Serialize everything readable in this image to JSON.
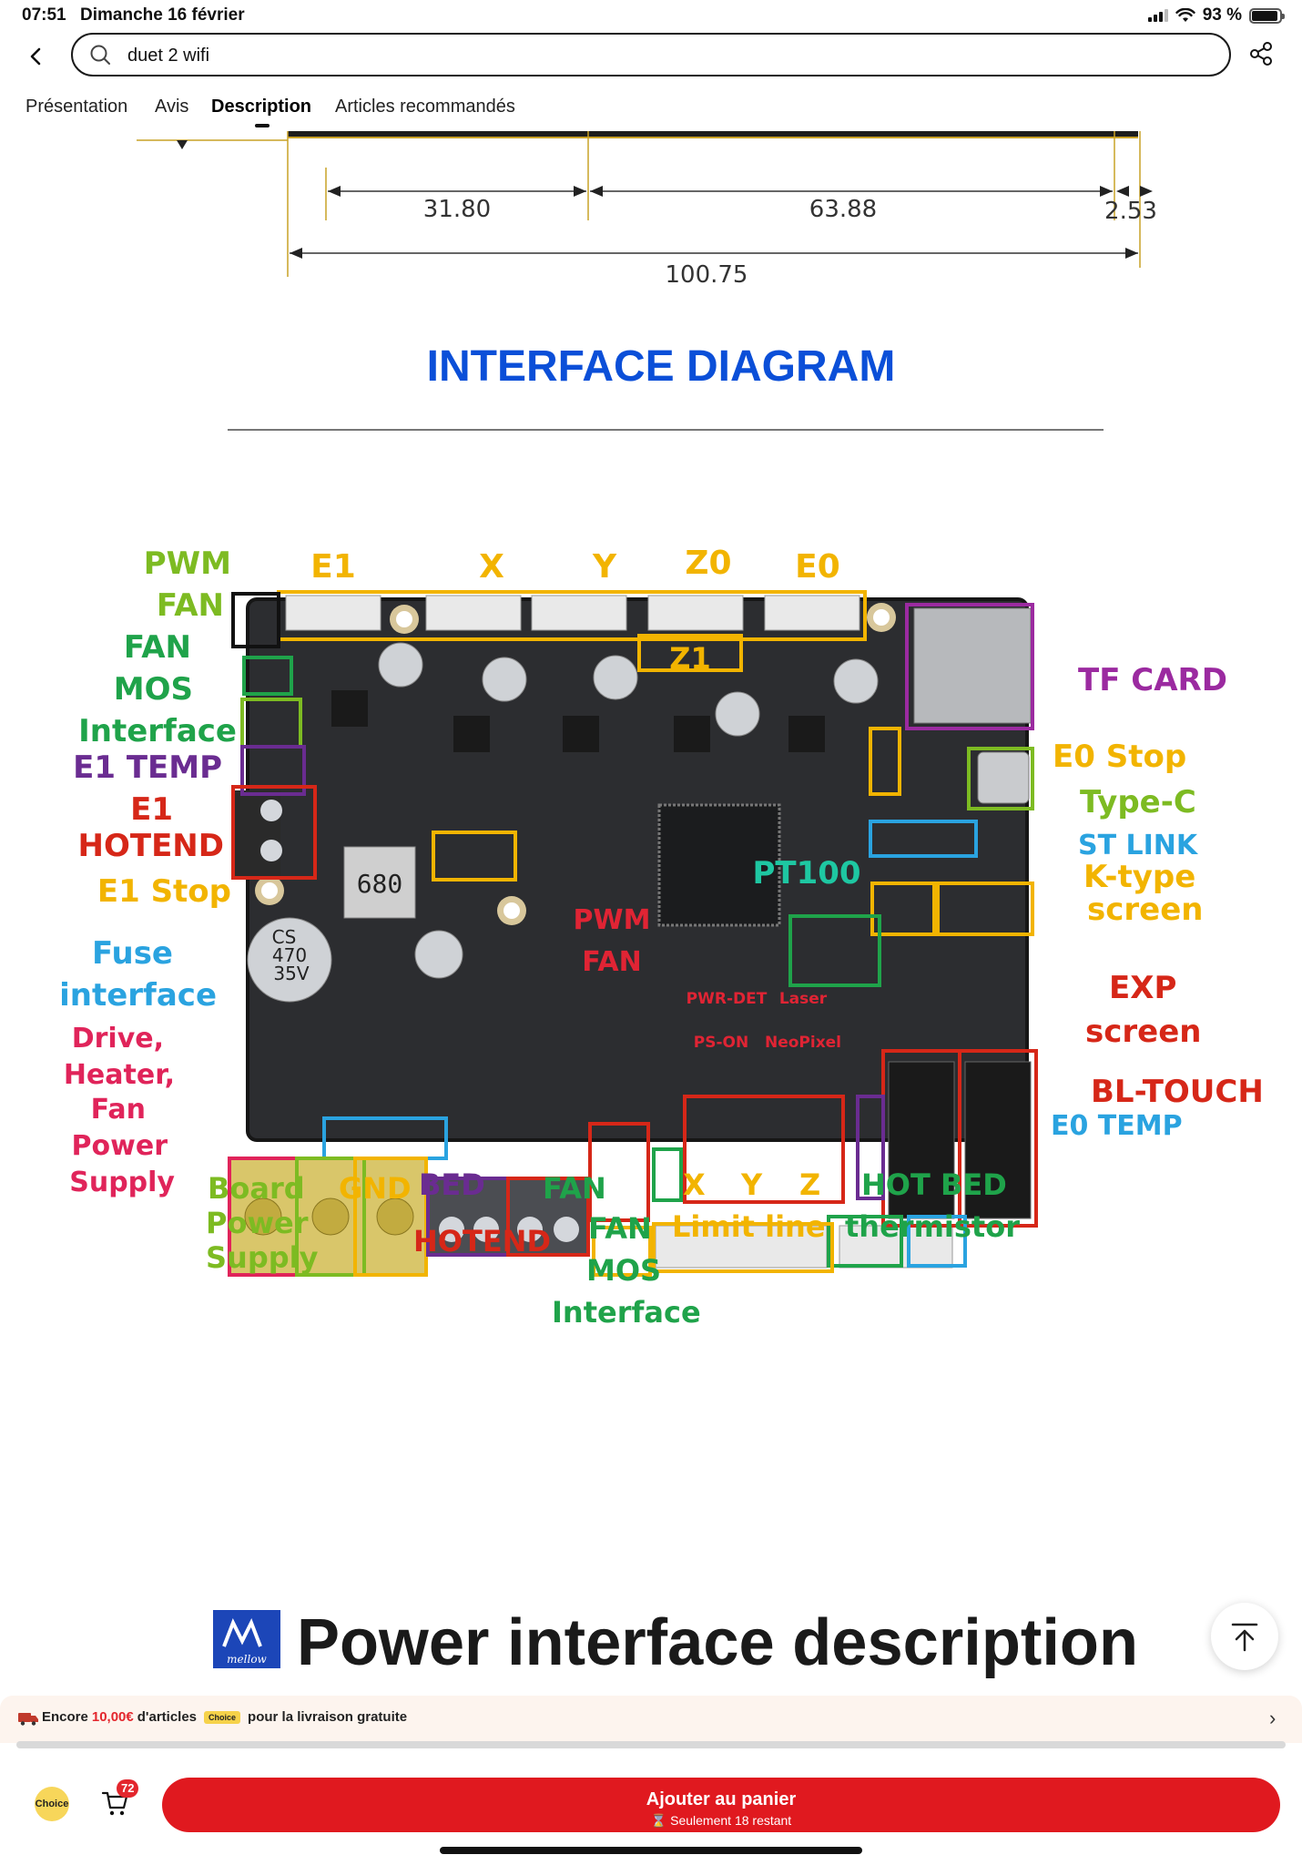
{
  "status": {
    "time": "07:51",
    "date": "Dimanche 16 février",
    "battery": "93 %",
    "battery_level": 0.93
  },
  "search": {
    "query": "duet 2 wifi"
  },
  "tabs": [
    {
      "label": "Présentation"
    },
    {
      "label": "Avis"
    },
    {
      "label": "Description",
      "active": true
    },
    {
      "label": "Articles recommandés"
    }
  ],
  "image": {
    "dimensions": {
      "d1": "31.80",
      "d2": "63.88",
      "d3": "2.53",
      "total": "100.75"
    },
    "heading": "INTERFACE DIAGRAM",
    "board_labels": {
      "top": [
        "E1",
        "X",
        "Y",
        "Z0",
        "E0"
      ],
      "z1": "Z1",
      "left": [
        "PWM",
        "FAN",
        "FAN",
        "MOS",
        "Interface",
        "E1 TEMP",
        "E1",
        "HOTEND",
        "E1 Stop",
        "Fuse",
        "interface",
        "Drive,",
        "Heater,",
        "Fan",
        "Power",
        "Supply"
      ],
      "right": [
        "TF CARD",
        "E0 Stop",
        "Type-C",
        "ST LINK",
        "K-type",
        "screen",
        "EXP",
        "screen",
        "BL-TOUCH",
        "E0 TEMP"
      ],
      "bottom": [
        "Board",
        "Power",
        "Supply",
        "GND",
        "BED",
        "HOTEND",
        "FAN",
        "FAN",
        "MOS",
        "Interface",
        "X",
        "Y",
        "Z",
        "Limit line",
        "HOT BED",
        "thermistor"
      ],
      "center": [
        "PWM",
        "FAN",
        "PT100",
        "PWR-DET",
        "Laser",
        "PS-ON",
        "NeoPixel",
        "680",
        "CS",
        "470",
        "35V"
      ]
    },
    "footer_title": "Power interface description",
    "footer_logo": "mellow"
  },
  "shipping": {
    "prefix": "Encore",
    "amount": "10,00€",
    "middle": "d'articles",
    "choice": "Choice",
    "suffix": "pour la livraison gratuite",
    "progress": 0.97
  },
  "bottom": {
    "choice": "Choice",
    "cart_count": "72",
    "add_to_cart": "Ajouter au panier",
    "stock": "⌛ Seulement 18 restant"
  },
  "colors": {
    "accent": "#e0191f",
    "heading_blue": "#0b4fd8"
  }
}
